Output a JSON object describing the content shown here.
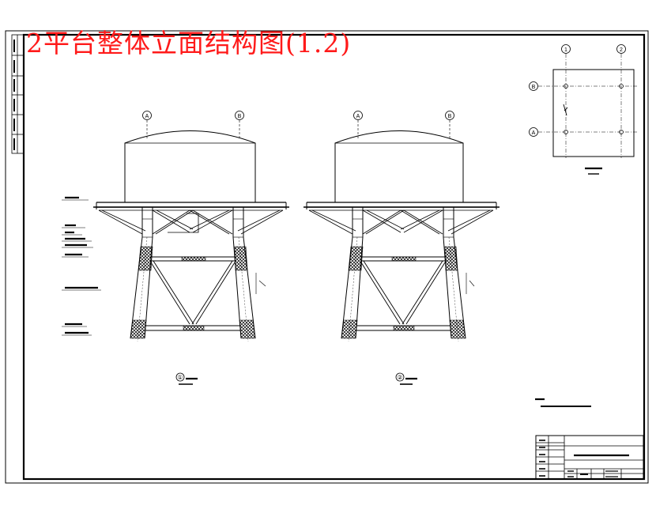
{
  "title": "2平台整体立面结构图(1.2)",
  "colors": {
    "ink": "#000000",
    "title": "#ff1a1a",
    "background": "#ffffff"
  },
  "elevation_1": {
    "axis_labels": [
      "A",
      "B"
    ],
    "view_number": "①"
  },
  "elevation_2": {
    "axis_labels": [
      "A",
      "B"
    ],
    "view_number": "②"
  },
  "key_plan": {
    "axis_labels_top": [
      "1",
      "2"
    ],
    "axis_labels_side": [
      "B",
      "A"
    ]
  }
}
